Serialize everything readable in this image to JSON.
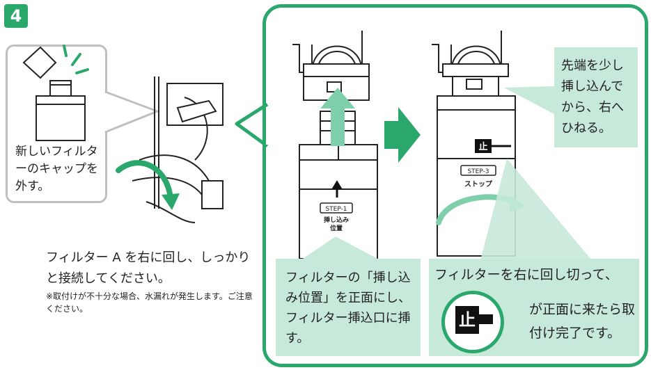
{
  "step": {
    "number": "4"
  },
  "left_callout": {
    "text": "新しいフィルターのキャップを外す。"
  },
  "caption": {
    "main": "フィルター A を右に回し、しっかりと接続してください。",
    "note": "※取付けが不十分な場合、水漏れが発生します。ご注意ください。"
  },
  "panel1": {
    "label_step": "STEP-1",
    "label_position": "挿し込み位置",
    "instruction": "フィルターの「挿し込み位置」を正面にし、フィルター挿込口に挿す。"
  },
  "panel2": {
    "label_step": "STEP-3",
    "label_stop": "ストップ",
    "stop_glyph": "止",
    "tip": "先端を少し挿し込んでから、右へひねる。",
    "result_head": "フィルターを右に回し切って、",
    "result_body": "が正面に来たら取付け完了です。"
  },
  "colors": {
    "accent": "#2aa76a",
    "mint": "#c6e9d9",
    "arrow": "#7fcfaa"
  }
}
